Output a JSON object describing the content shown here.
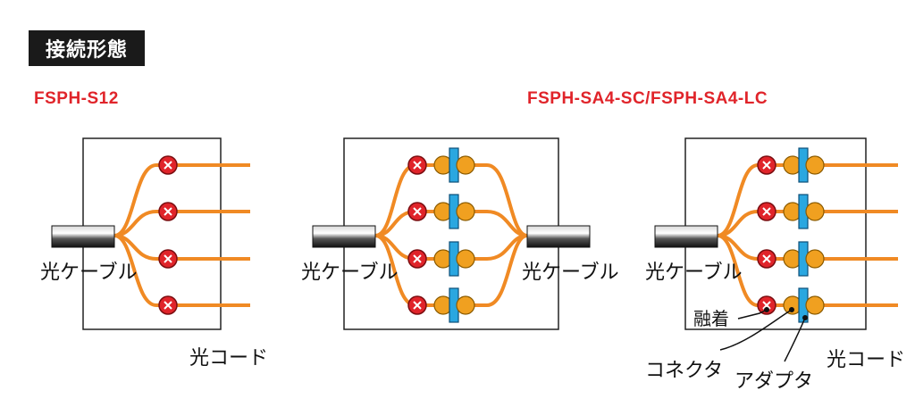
{
  "header": {
    "title": "接続形態"
  },
  "models": {
    "left": "FSPH-S12",
    "right": "FSPH-SA4-SC/FSPH-SA4-LC"
  },
  "labels": {
    "cable": "光ケーブル",
    "cord": "光コード",
    "fusion": "融着",
    "connector": "コネクタ",
    "adapter": "アダプタ"
  },
  "colors": {
    "fiber": "#f08a24",
    "splice": "#e0242a",
    "connector": "#f0a020",
    "adapter": "#2aa7e0",
    "model_text": "#e0242a"
  }
}
